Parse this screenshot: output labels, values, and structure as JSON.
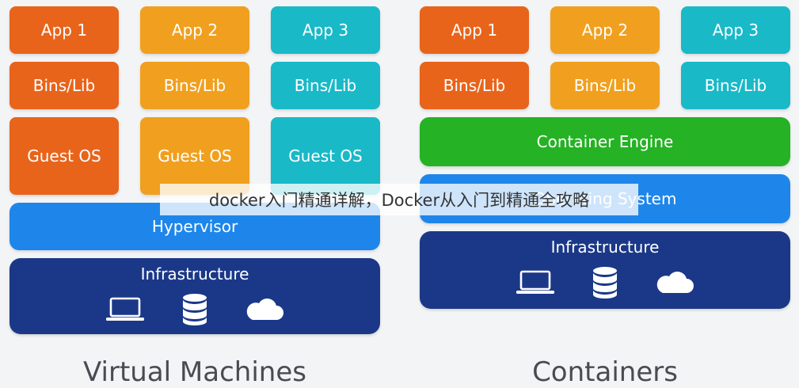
{
  "vm": {
    "apps": [
      "App 1",
      "App 2",
      "App 3"
    ],
    "bins": [
      "Bins/Lib",
      "Bins/Lib",
      "Bins/Lib"
    ],
    "guest_os": [
      "Guest OS",
      "Guest OS",
      "Guest OS"
    ],
    "hypervisor": "Hypervisor",
    "infrastructure": "Infrastructure",
    "label": "Virtual Machines"
  },
  "containers": {
    "apps": [
      "App 1",
      "App 2",
      "App 3"
    ],
    "bins": [
      "Bins/Lib",
      "Bins/Lib",
      "Bins/Lib"
    ],
    "engine": "Container Engine",
    "os": "Operating System",
    "infrastructure": "Infrastructure",
    "label": "Containers"
  },
  "icons": [
    "laptop-icon",
    "database-icon",
    "cloud-icon"
  ],
  "watermark": "docker入门精通详解，Docker从入门到精通全攻略",
  "colors": {
    "orange": "#e8641b",
    "gold": "#f0a01e",
    "teal": "#19b9c8",
    "green": "#25b224",
    "blue": "#1e86ea",
    "navy": "#1b3888"
  }
}
